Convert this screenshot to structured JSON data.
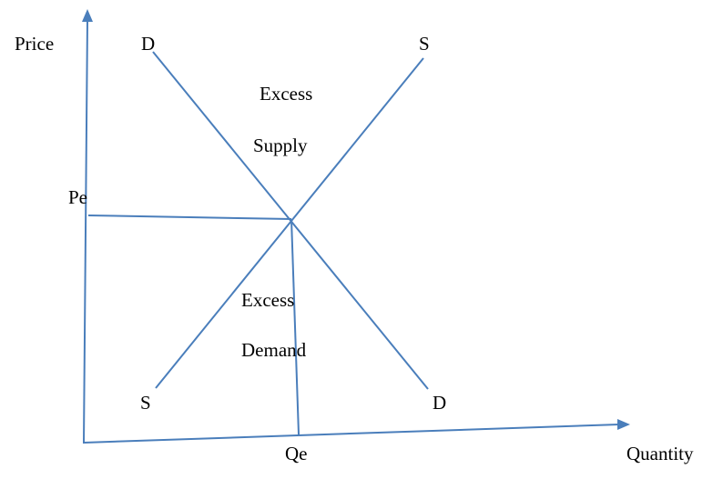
{
  "axes": {
    "y_label": "Price",
    "x_label": "Quantity"
  },
  "equilibrium": {
    "price_label": "Pe",
    "quantity_label": "Qe"
  },
  "curves": {
    "demand_label_top": "D",
    "demand_label_bottom": "D",
    "supply_label_top": "S",
    "supply_label_bottom": "S"
  },
  "regions": {
    "excess_supply_line1": "Excess",
    "excess_supply_line2": "Supply",
    "excess_demand_line1": "Excess",
    "excess_demand_line2": "Demand"
  },
  "colors": {
    "line": "#4a7ebb",
    "text": "#000000"
  }
}
